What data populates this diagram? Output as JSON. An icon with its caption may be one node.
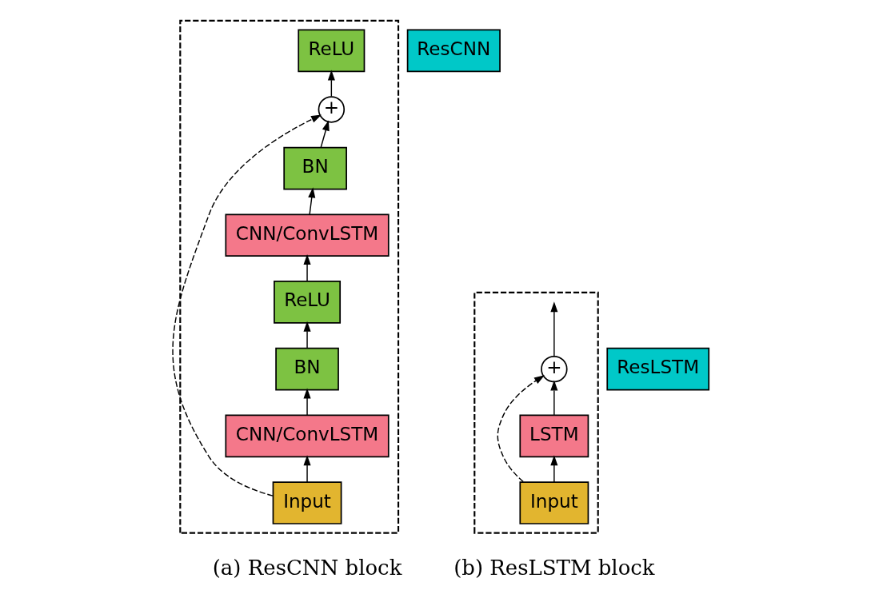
{
  "diagram": {
    "nodes": [
      {
        "text": [],
        "shape": "box"
      },
      {
        "text": [
          "ResCNN"
        ]
      },
      {
        "text": [
          "ReLU"
        ],
        "in": 0
      },
      {
        "text": [
          "+"
        ],
        "in": 0
      },
      {
        "text": [
          "BN"
        ],
        "in": 0
      },
      {
        "text": [
          "CNN/ConvLSTM"
        ],
        "in": 0
      },
      {
        "text": [
          "ReLU"
        ],
        "in": 0
      },
      {
        "text": [
          "BN"
        ],
        "in": 0
      },
      {
        "text": [
          "CNN/ConvLSTM"
        ],
        "in": 0
      },
      {
        "text": [
          "Input"
        ],
        "in": 0
      },
      {
        "text": [],
        "shape": "box"
      },
      {
        "text": [
          "ResLSTM"
        ]
      },
      {
        "text": [
          "+"
        ],
        "in": 10
      },
      {
        "text": [
          "LSTM"
        ],
        "in": 10
      },
      {
        "text": [
          "Input"
        ],
        "in": 10
      }
    ],
    "edges": [
      {
        "from": 9,
        "to": 8,
        "arrow": "to"
      },
      {
        "from": 8,
        "to": 7,
        "arrow": "to"
      },
      {
        "from": 7,
        "to": 6,
        "arrow": "to"
      },
      {
        "from": 6,
        "to": 5,
        "arrow": "to"
      },
      {
        "from": 5,
        "to": 4,
        "arrow": "to"
      },
      {
        "from": 4,
        "to": 3,
        "arrow": "to"
      },
      {
        "from": 3,
        "to": 2,
        "arrow": "to"
      },
      {
        "from": 9,
        "to": 3,
        "arrow": "to",
        "style": "dashed"
      },
      {
        "from": 14,
        "to": 13,
        "arrow": "to"
      },
      {
        "from": 13,
        "to": 12,
        "arrow": "to"
      },
      {
        "from": 14,
        "to": 12,
        "arrow": "to",
        "style": "dashed"
      },
      {
        "from": 12,
        "to": null,
        "arrow": "to"
      }
    ],
    "labels": [
      "(a) ResCNN block",
      "(b) ResLSTM block"
    ]
  }
}
